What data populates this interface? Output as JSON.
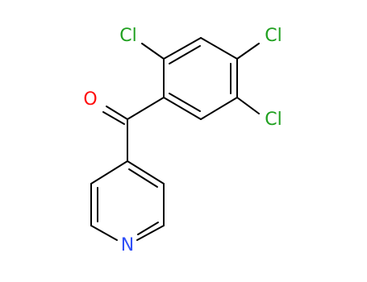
{
  "molecule": {
    "atoms": {
      "cl_top_left": {
        "label": "Cl",
        "color": "#1fa01f"
      },
      "cl_top_right": {
        "label": "Cl",
        "color": "#1fa01f"
      },
      "cl_right": {
        "label": "Cl",
        "color": "#1fa01f"
      },
      "oxygen": {
        "label": "O",
        "color": "#ff0d0d"
      },
      "nitrogen": {
        "label": "N",
        "color": "#3050f8"
      }
    },
    "bond_color": "#000000"
  }
}
